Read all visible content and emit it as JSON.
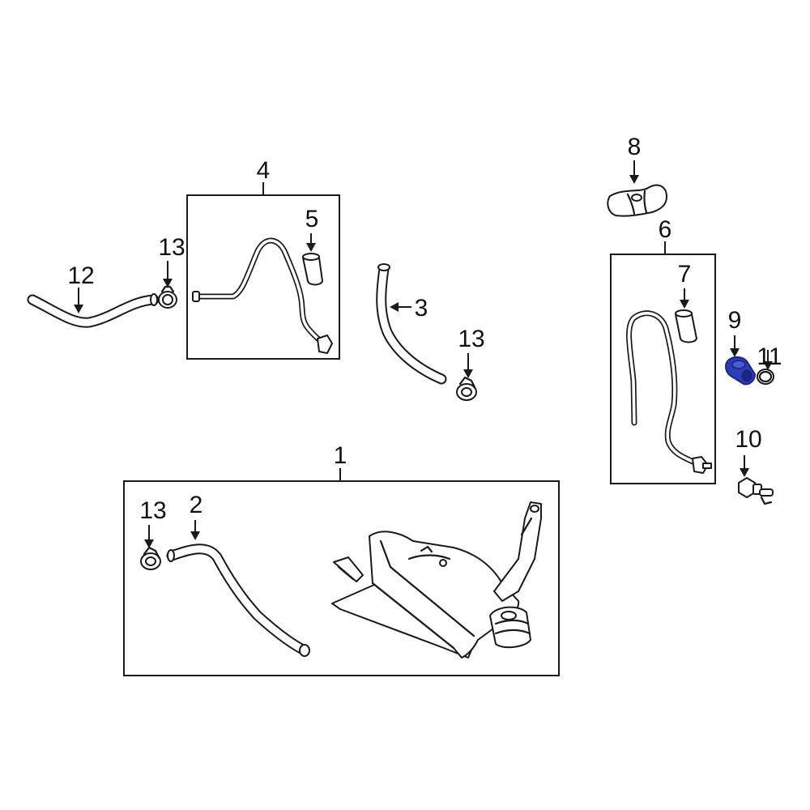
{
  "callouts": {
    "c1": "1",
    "c2": "2",
    "c3": "3",
    "c4": "4",
    "c5": "5",
    "c6": "6",
    "c7": "7",
    "c8": "8",
    "c9": "9",
    "c10": "10",
    "c11": "11",
    "c12": "12",
    "c13a": "13",
    "c13b": "13",
    "c13c": "13"
  },
  "colors": {
    "line": "#1a1a1a",
    "background": "#ffffff",
    "highlight": "#2b3db8",
    "highlight_dark": "#1a2580"
  },
  "highlighted_part": "9"
}
